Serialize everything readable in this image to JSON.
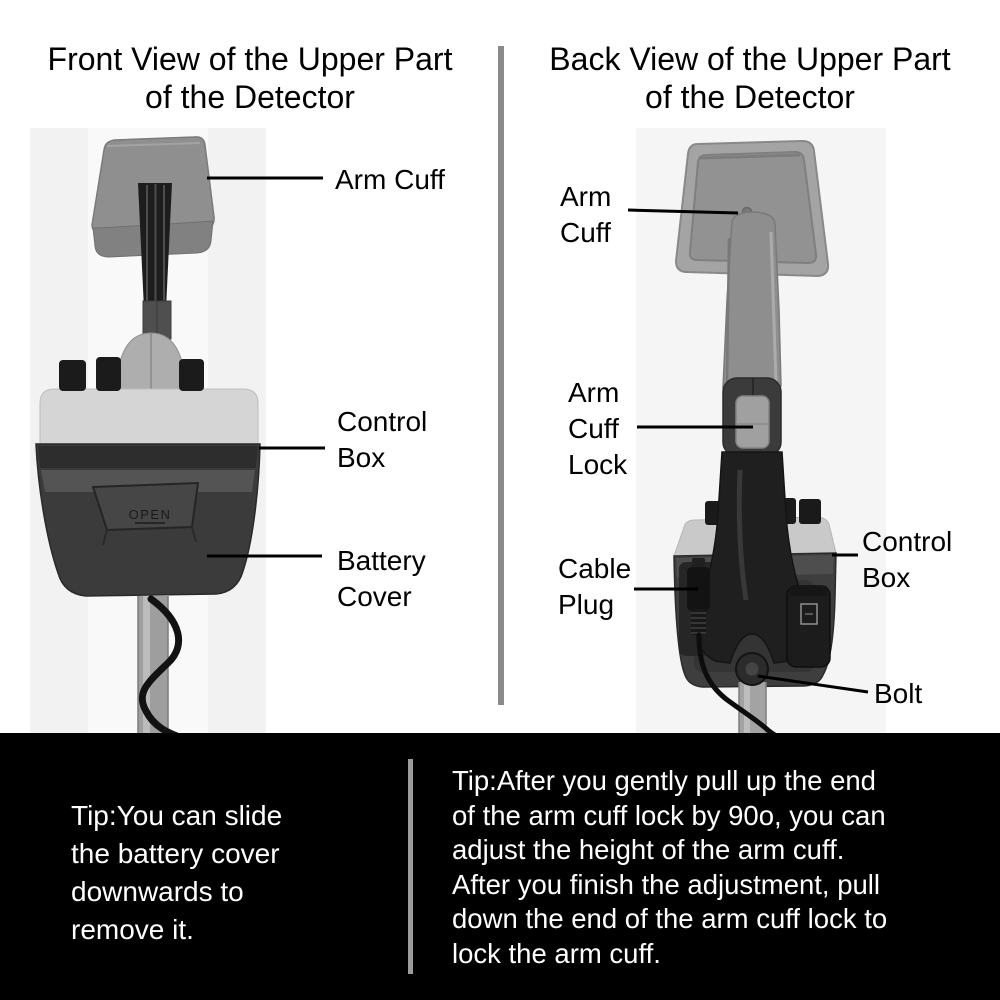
{
  "left_panel": {
    "title_lines": [
      "Front View of the Upper Part",
      "of the Detector"
    ],
    "labels": {
      "arm_cuff": "Arm Cuff",
      "control_box": "Control Box",
      "battery_cover": "Battery Cover"
    },
    "device": {
      "battery_cover_text": "OPEN"
    },
    "tip_lines": [
      "Tip:You can slide",
      "the battery cover",
      "downwards to",
      "remove it."
    ]
  },
  "right_panel": {
    "title_lines": [
      "Back View of the Upper Part",
      "of the Detector"
    ],
    "labels": {
      "arm_cuff": "Arm Cuff",
      "arm_cuff_lock": "Arm Cuff Lock",
      "cable_plug": "Cable Plug",
      "control_box": "Control Box",
      "bolt": "Bolt"
    },
    "tip_lines": [
      "Tip:After you gently pull up the end",
      "of the arm cuff lock by 90o, you can",
      "adjust the height of the arm cuff.",
      "After you finish the adjustment, pull",
      "down the end of the arm cuff lock to",
      "lock the arm cuff."
    ]
  },
  "colors": {
    "page_background": "#ffffff",
    "tip_band_background": "#000000",
    "tip_text": "#ffffff",
    "label_text": "#000000",
    "top_divider": "#8a8a8a",
    "bottom_divider": "#9b9b9b",
    "device_light_gray": "#d5d5d5",
    "device_dark_gray": "#3b3b3b",
    "device_metal_gray": "#9e9e9e"
  }
}
